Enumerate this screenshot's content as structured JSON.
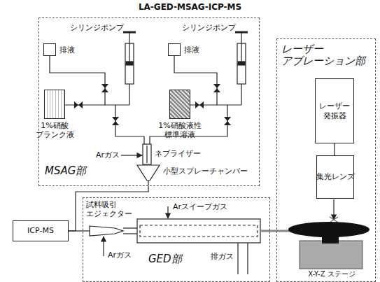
{
  "diagram": {
    "title": "LA-GED-MSAG-ICP-MS",
    "nodes": [
      {
        "text": [
          "MSAG部"
        ]
      },
      {
        "text": [
          "排液"
        ],
        "in": 0
      },
      {
        "text": [
          "1%硝酸 ブランク液"
        ],
        "in": 0
      },
      {
        "text": [
          "排液"
        ],
        "in": 0
      },
      {
        "text": [
          "1%硝酸液性 標準溶液"
        ],
        "in": 0
      },
      {
        "text": [
          "レーザー アブレーション部"
        ]
      },
      {
        "text": [
          "レーザー 発振器"
        ],
        "in": 5
      },
      {
        "text": [
          "集光レンズ"
        ],
        "in": 5
      },
      {
        "text": [
          "GED部"
        ]
      },
      {
        "text": [
          "ICP-MS"
        ]
      }
    ],
    "edges": [
      {
        "from": 6,
        "to": 7,
        "arrow": "none"
      },
      {
        "from": 0,
        "to": 9,
        "arrow": "none"
      },
      {
        "from": 8,
        "to": 9,
        "arrow": "none"
      }
    ],
    "labels": [
      "シリンジポンプ",
      "シリンジポンプ",
      "Arガス",
      "ネブライザー",
      "小型スプレーチャンバー",
      "試料吸引 エジェクター",
      "Arスイープガス",
      "Arガス",
      "排ガス",
      "X-Y-Z ステージ"
    ]
  }
}
